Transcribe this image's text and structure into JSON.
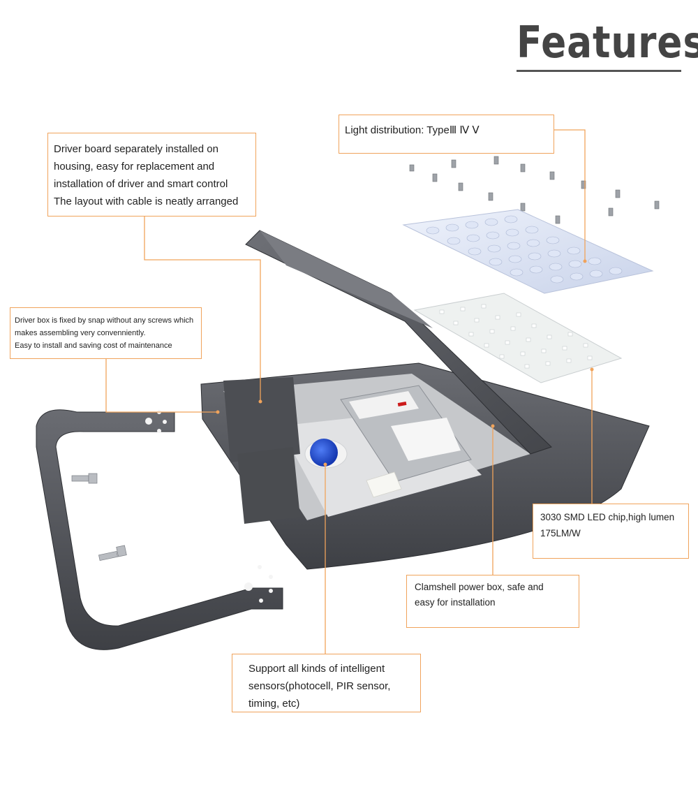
{
  "page": {
    "title": "Features"
  },
  "callouts": {
    "driver_board": "Driver board separately installed on\nhousing, easy for replacement and\ninstallation of driver and smart control\nThe layout with cable is neatly arranged",
    "driver_box": "Driver box is fixed by snap without any screws which\nmakes assembling very convenniently.\nEasy to install and saving cost of maintenance",
    "light_distribution": "Light distribution: TypeⅢ Ⅳ Ⅴ",
    "led_chip": "3030 SMD LED chip,high lumen\n175LM/W",
    "clamshell": "Clamshell power box, safe and\neasy for installation",
    "sensors": "Support all kinds of intelligent\nsensors(photocell, PIR sensor,\ntiming, etc)"
  },
  "colors": {
    "accent": "#f0a35b",
    "housing": "#55575c",
    "sensor": "#1e4fd6"
  }
}
